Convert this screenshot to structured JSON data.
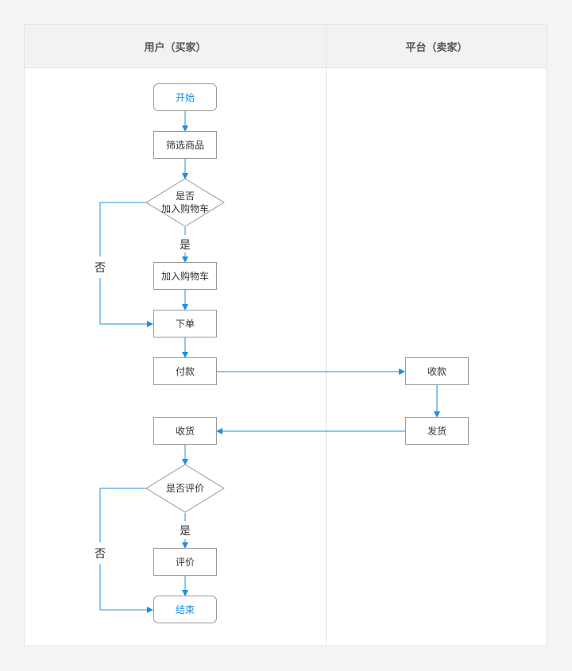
{
  "lanes": {
    "buyer": "用户（买家）",
    "seller": "平台（卖家）"
  },
  "nodes": {
    "start": "开始",
    "filter": "筛选商品",
    "decide_cart_1": "是否",
    "decide_cart_2": "加入购物车",
    "add_cart": "加入购物车",
    "order": "下单",
    "pay": "付款",
    "collect": "收款",
    "ship": "发货",
    "receive": "收货",
    "decide_review": "是否评价",
    "review": "评价",
    "end": "结束"
  },
  "edges": {
    "yes1": "是",
    "no1": "否",
    "yes2": "是",
    "no2": "否"
  },
  "colors": {
    "line": "#1a8fe3",
    "box_border": "#999999",
    "terminal_text": "#1a8fe3"
  }
}
